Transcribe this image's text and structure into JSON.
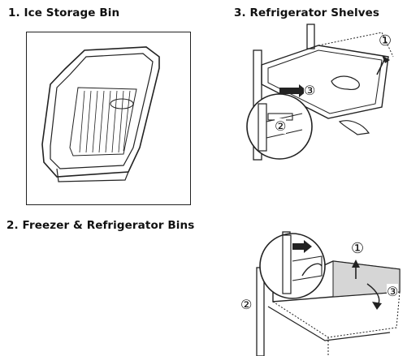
{
  "sections": {
    "ice_storage": {
      "heading": "1. Ice Storage Bin"
    },
    "bins": {
      "heading": "2. Freezer & Refrigerator Bins"
    },
    "shelves": {
      "heading": "3. Refrigerator Shelves"
    }
  },
  "step_markers": {
    "shelves_top": [
      "①",
      "③",
      "②"
    ],
    "bins_bottom": [
      "①",
      "②",
      "③"
    ]
  }
}
